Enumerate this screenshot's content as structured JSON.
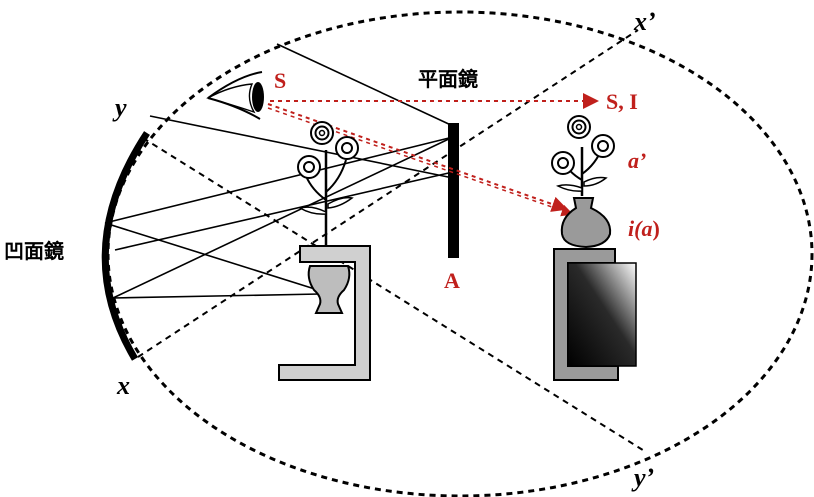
{
  "colors": {
    "ink": "#000000",
    "accent": "#c0201c",
    "stand_fill": "#d0d0d0",
    "vase_fill": "#bdbdbd",
    "image_vase_fill": "#9a9a9a"
  },
  "labels": {
    "concave_mirror": "凹面鏡",
    "plane_mirror": "平面鏡",
    "plane_mirror_point": "A",
    "x": "x",
    "y": "y",
    "x_prime": "x’",
    "y_prime": "y’",
    "observer": "S",
    "image_point": "S, I",
    "image_flower": "a’",
    "image_vase_i": "i(",
    "image_vase_a": "a",
    "image_vase_close": ")"
  },
  "icons": {
    "eye": "eye-icon",
    "flower": "flower-icon",
    "vase": "vase-icon"
  }
}
